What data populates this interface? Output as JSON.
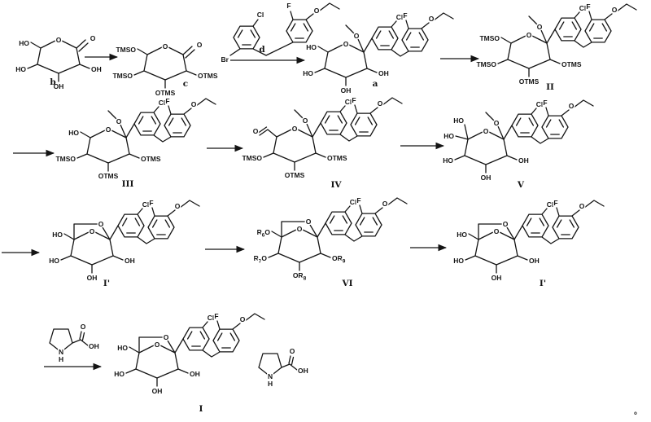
{
  "compounds": {
    "b": {
      "tag": "b",
      "c6": "HO",
      "ring_o": "O",
      "carbonyl_o": "O",
      "c4": "HO",
      "c2": "OH",
      "c3": "OH"
    },
    "c": {
      "tag": "c",
      "c6": "TMSO",
      "ring_o": "O",
      "carbonyl_o": "O",
      "c4": "TMSO",
      "c2": "OTMS",
      "c3": "OTMS"
    },
    "d": {
      "tag": "d",
      "br": "Br",
      "cl": "Cl",
      "f": "F",
      "ether_o": "O"
    },
    "a": {
      "tag": "a",
      "c6": "HO",
      "ring_o": "O",
      "ome_o": "O",
      "c4": "HO",
      "c2": "OH",
      "c3": "OH",
      "cl": "Cl",
      "f": "F",
      "ether_o": "O"
    },
    "II": {
      "tag": "II",
      "c6": "TMSO",
      "ring_o": "O",
      "ome_o": "O",
      "c4": "TMSO",
      "c2": "OTMS",
      "c3": "OTMS",
      "cl": "Cl",
      "f": "F",
      "ether_o": "O"
    },
    "III": {
      "tag": "III",
      "c6": "HO",
      "ring_o": "O",
      "ome_o": "O",
      "c4": "TMSO",
      "c2": "OTMS",
      "c3": "OTMS",
      "cl": "Cl",
      "f": "F",
      "ether_o": "O"
    },
    "IV": {
      "tag": "IV",
      "aldehyde_o": "O",
      "ring_o": "O",
      "ome_o": "O",
      "c4": "TMSO",
      "c2": "OTMS",
      "c3": "OTMS",
      "cl": "Cl",
      "f": "F",
      "ether_o": "O"
    },
    "V": {
      "tag": "V",
      "c6a": "HO",
      "c6b": "HO",
      "ring_o": "O",
      "ome_o": "O",
      "c4": "HO",
      "c2": "OH",
      "c3": "OH",
      "cl": "Cl",
      "f": "F",
      "ether_o": "O"
    },
    "I_prime_1": {
      "tag": "I'",
      "c6": "HO",
      "ring_o": "O",
      "bridge_o": "O",
      "c4": "HO",
      "c2": "OH",
      "c3": "OH",
      "cl": "Cl",
      "f": "F",
      "ether_o": "O"
    },
    "VI": {
      "tag": "VI",
      "ring_o": "O",
      "bridge_o": "O",
      "cl": "Cl",
      "f": "F",
      "ether_o": "O",
      "r6": {
        "pre": "R",
        "sub": "6",
        "post": "O"
      },
      "r7": {
        "pre": "R",
        "sub": "7",
        "post": "O"
      },
      "r8": {
        "pre": "OR",
        "sub": "8"
      },
      "r9": {
        "pre": "OR",
        "sub": "9"
      }
    },
    "I_prime_2": {
      "tag": "I'",
      "c6": "HO",
      "ring_o": "O",
      "bridge_o": "O",
      "c4": "HO",
      "c2": "OH",
      "c3": "OH",
      "cl": "Cl",
      "f": "F",
      "ether_o": "O"
    },
    "proline_reagent": {
      "n": "N",
      "h": "H",
      "carbonyl_o": "O",
      "oh": "OH"
    },
    "I": {
      "tag": "I",
      "c6": "HO",
      "ring_o": "O",
      "bridge_o": "O",
      "c4": "HO",
      "c2": "OH",
      "c3": "OH",
      "cl": "Cl",
      "f": "F",
      "ether_o": "O",
      "proline": {
        "n": "N",
        "h": "H",
        "carbonyl_o": "O",
        "oh": "OH"
      }
    }
  },
  "footnote_mark": "o"
}
